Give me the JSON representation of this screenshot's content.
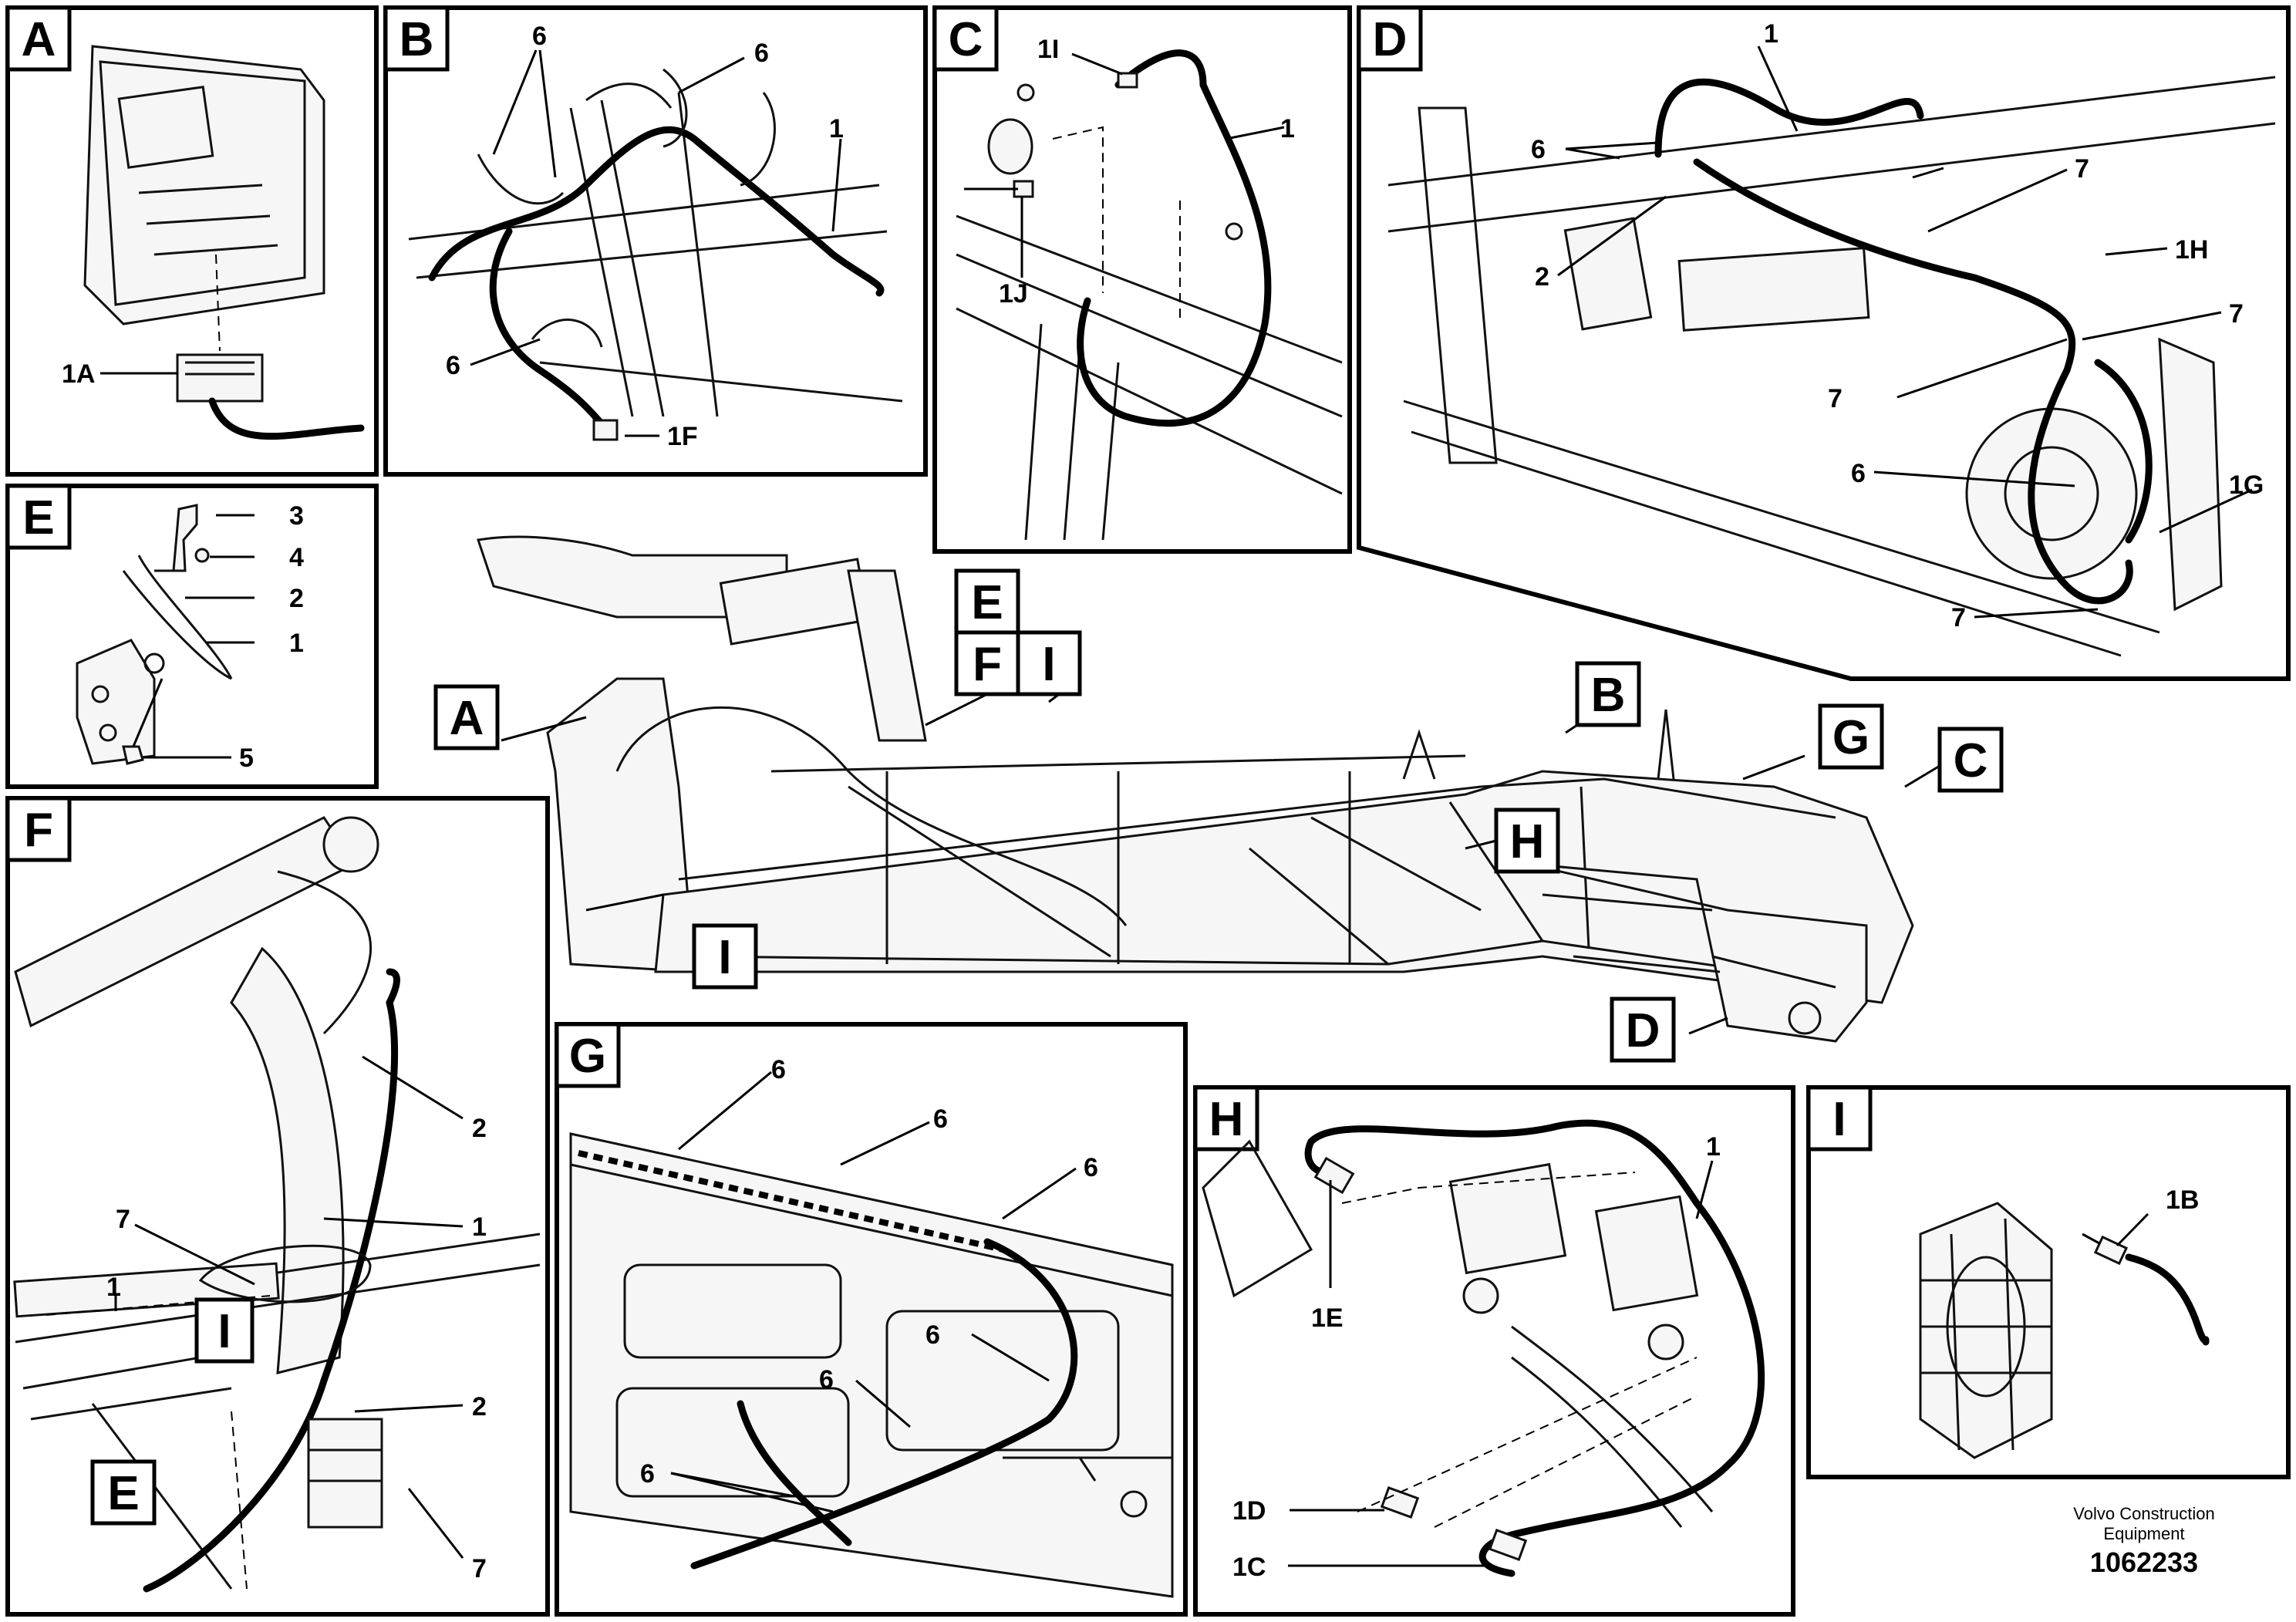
{
  "panels": {
    "A": {
      "label": "A",
      "callouts": [
        "1A"
      ]
    },
    "B": {
      "label": "B",
      "callouts": [
        "6",
        "6",
        "1",
        "6",
        "1F"
      ]
    },
    "C": {
      "label": "C",
      "callouts": [
        "1I",
        "1",
        "1J"
      ]
    },
    "D": {
      "label": "D",
      "callouts": [
        "1",
        "6",
        "7",
        "2",
        "1H",
        "7",
        "7",
        "6",
        "1G",
        "7"
      ]
    },
    "E": {
      "label": "E",
      "callouts": [
        "3",
        "4",
        "2",
        "1",
        "5"
      ]
    },
    "F": {
      "label": "F",
      "callouts": [
        "2",
        "1",
        "7",
        "1",
        "2",
        "7"
      ],
      "inner_tags": [
        "I",
        "E"
      ]
    },
    "G": {
      "label": "G",
      "callouts": [
        "6",
        "6",
        "6",
        "6",
        "6",
        "6"
      ]
    },
    "H": {
      "label": "H",
      "callouts": [
        "1",
        "1E",
        "1D",
        "1C"
      ]
    },
    "I": {
      "label": "I",
      "callouts": [
        "1B"
      ]
    }
  },
  "overview_tags": [
    "E",
    "F",
    "I",
    "A",
    "B",
    "G",
    "C",
    "H",
    "D",
    "I"
  ],
  "footer": {
    "company": "Volvo Construction Equipment",
    "company_line1": "Volvo Construction",
    "company_line2": "Equipment",
    "drawing_number": "1062233"
  }
}
